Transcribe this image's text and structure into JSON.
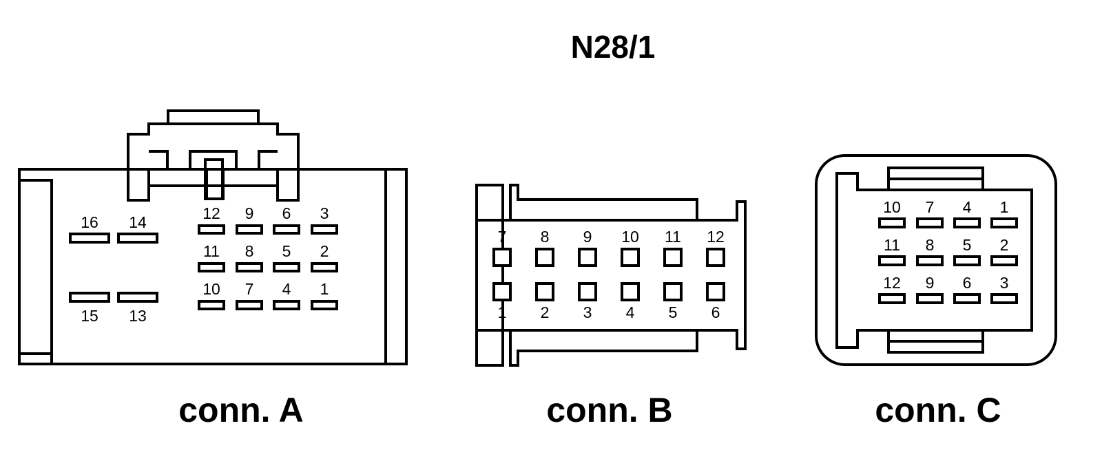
{
  "title": "N28/1",
  "connectors": {
    "a": {
      "label": "conn. A",
      "pins": [
        "1",
        "2",
        "3",
        "4",
        "5",
        "6",
        "7",
        "8",
        "9",
        "10",
        "11",
        "12",
        "13",
        "14",
        "15",
        "16"
      ]
    },
    "b": {
      "label": "conn. B",
      "pins": [
        "1",
        "2",
        "3",
        "4",
        "5",
        "6",
        "7",
        "8",
        "9",
        "10",
        "11",
        "12"
      ]
    },
    "c": {
      "label": "conn. C",
      "pins": [
        "1",
        "2",
        "3",
        "4",
        "5",
        "6",
        "7",
        "8",
        "9",
        "10",
        "11",
        "12"
      ]
    }
  },
  "colors": {
    "line": "#000000",
    "background": "#ffffff"
  }
}
